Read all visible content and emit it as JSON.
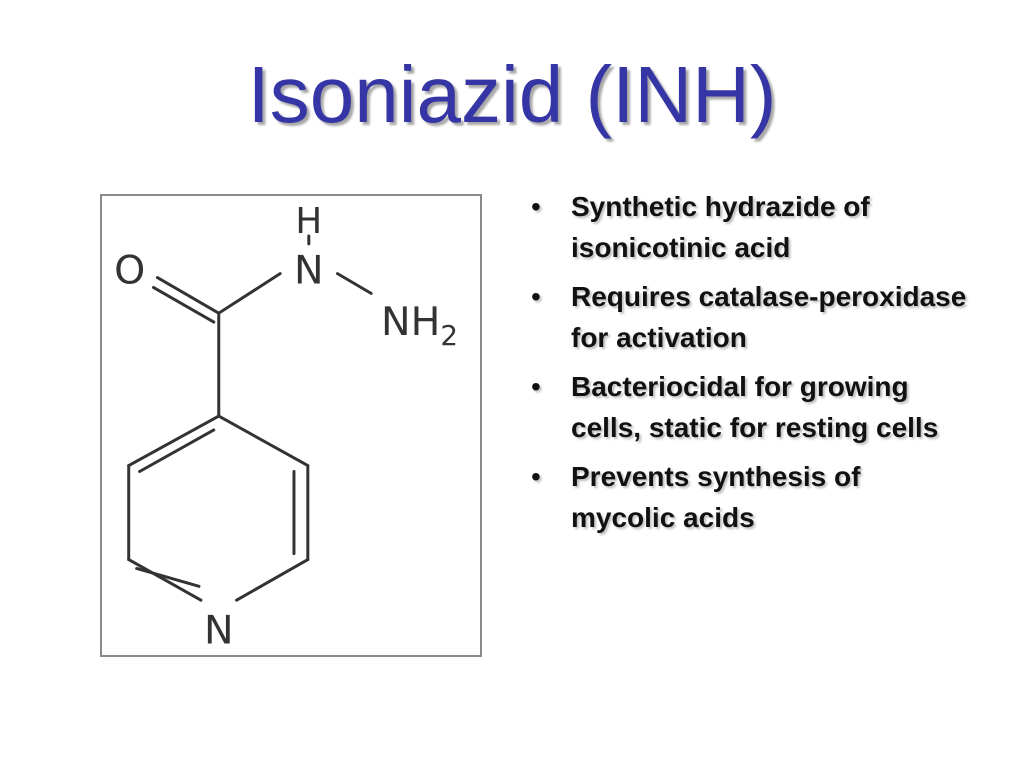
{
  "slide": {
    "title": "Isoniazid (INH)",
    "bullet_glyph": "•",
    "bullets": [
      "Synthetic hydrazide of isonicotinic acid",
      "Requires catalase-peroxidase for activation",
      "Bacteriocidal for growing cells, static for resting cells",
      "Prevents synthesis of mycolic acids"
    ]
  },
  "structure": {
    "atoms": {
      "oxygen": "O",
      "hydrogen": "H",
      "amide_nitrogen": "N",
      "amine": "NH",
      "amine_subscript": "2",
      "ring_nitrogen": "N"
    }
  },
  "colors": {
    "title": "#3535a5",
    "text": "#111111",
    "bond": "#333333",
    "frame": "#8a8a8a"
  }
}
